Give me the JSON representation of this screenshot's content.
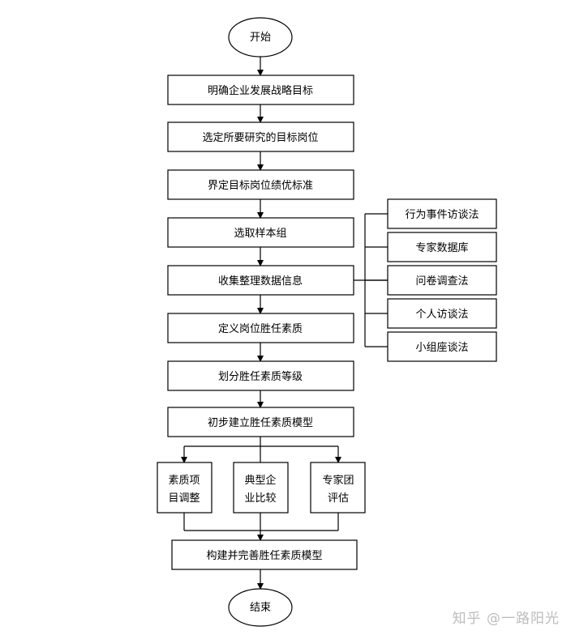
{
  "flowchart": {
    "start": "开始",
    "end": "结束",
    "steps": [
      "明确企业发展战略目标",
      "选定所要研究的目标岗位",
      "界定目标岗位绩优标准",
      "选取样本组",
      "收集整理数据信息",
      "定义岗位胜任素质",
      "划分胜任素质等级",
      "初步建立胜任素质模型"
    ],
    "methods": [
      "行为事件访谈法",
      "专家数据库",
      "问卷调查法",
      "个人访谈法",
      "小组座谈法"
    ],
    "branches": [
      [
        "素质项",
        "目调整"
      ],
      [
        "典型企",
        "业比较"
      ],
      [
        "专家团",
        "评估"
      ]
    ],
    "final_step": "构建并完善胜任素质模型"
  },
  "watermark": "知乎 @一路阳光",
  "colors": {
    "stroke": "#000000",
    "fill": "#ffffff",
    "watermark": "#bdbdbd"
  }
}
